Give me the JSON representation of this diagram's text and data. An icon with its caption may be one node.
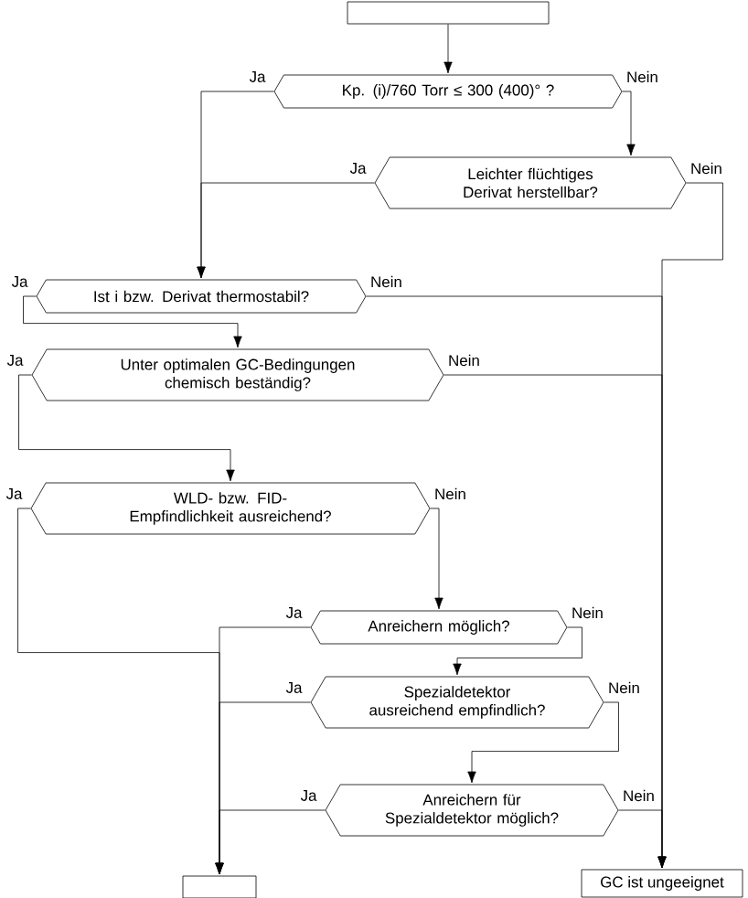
{
  "diagram": {
    "nodes": [
      {
        "text": [],
        "shape": "box"
      },
      {
        "text": [
          "Kp. (i)/760 Torr ≤ 300 (400)° ?"
        ]
      },
      {
        "text": [
          "Leichter flüchtiges Derivat herstellbar?"
        ]
      },
      {
        "text": [
          "Ist i bzw. Derivat thermostabil?"
        ]
      },
      {
        "text": [
          "Unter optimalen GC-Bedingungen chemisch beständig?"
        ]
      },
      {
        "text": [
          "WLD- bzw. FID-Empfindlichkeit ausreichend?"
        ]
      },
      {
        "text": [
          "Anreichern möglich?"
        ]
      },
      {
        "text": [
          "Spezialdetektor ausreichend empfindlich?"
        ]
      },
      {
        "text": [
          "Anreichern für Spezialdetektor möglich?"
        ]
      },
      {
        "text": [
          "GC ist ungeeignet"
        ]
      },
      {
        "text": [],
        "shape": "box"
      }
    ],
    "edges": [
      {
        "from": 0,
        "to": 1,
        "arrow": "to"
      },
      {
        "from": 1,
        "to": 3,
        "arrow": "to",
        "label": "Ja"
      },
      {
        "from": 1,
        "to": 2,
        "arrow": "to",
        "label": "Nein"
      },
      {
        "from": 2,
        "to": 3,
        "arrow": "to",
        "label": "Ja"
      },
      {
        "from": 2,
        "to": 9,
        "arrow": "to",
        "label": "Nein"
      },
      {
        "from": 3,
        "to": 4,
        "arrow": "to",
        "label": "Ja"
      },
      {
        "from": 3,
        "to": 9,
        "arrow": "to",
        "label": "Nein"
      },
      {
        "from": 4,
        "to": 5,
        "arrow": "to",
        "label": "Ja"
      },
      {
        "from": 4,
        "to": 9,
        "arrow": "to",
        "label": "Nein"
      },
      {
        "from": 5,
        "to": 10,
        "arrow": "to",
        "label": "Ja"
      },
      {
        "from": 5,
        "to": 6,
        "arrow": "to",
        "label": "Nein"
      },
      {
        "from": 6,
        "to": 10,
        "arrow": "to",
        "label": "Ja"
      },
      {
        "from": 6,
        "to": 7,
        "arrow": "to",
        "label": "Nein"
      },
      {
        "from": 7,
        "to": 10,
        "arrow": "to",
        "label": "Ja"
      },
      {
        "from": 7,
        "to": 8,
        "arrow": "to",
        "label": "Nein"
      },
      {
        "from": 8,
        "to": 10,
        "arrow": "to",
        "label": "Ja"
      },
      {
        "from": 8,
        "to": 9,
        "arrow": "to",
        "label": "Nein"
      }
    ]
  }
}
